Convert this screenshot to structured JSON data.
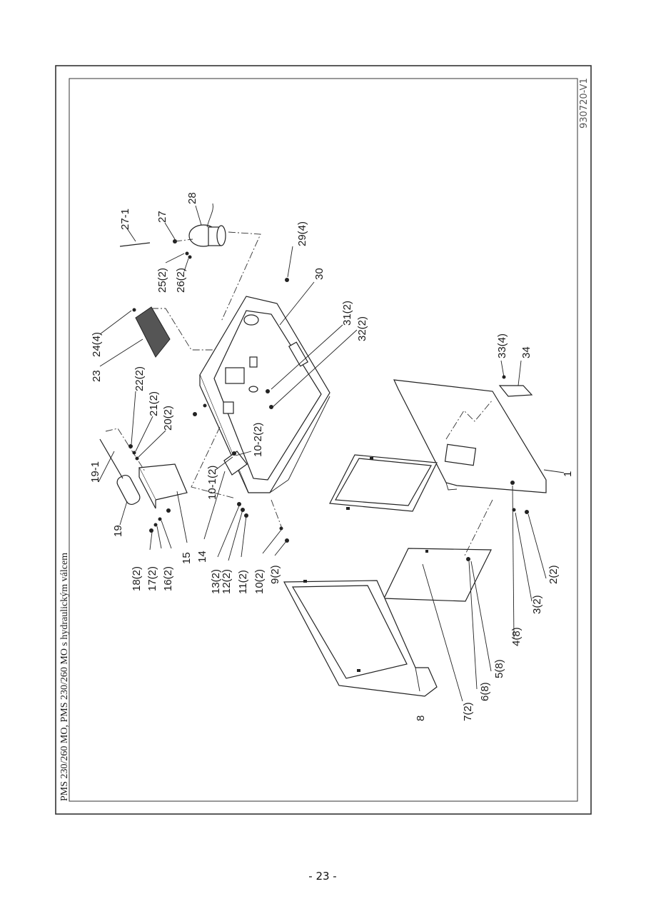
{
  "document": {
    "title": "PMS 230/260 MO, PMS 230/260 MO s hydraulickým válcem",
    "code": "930720-V1",
    "page_number": "- 23 -"
  },
  "labels": {
    "p1": "1",
    "p2": "2(2)",
    "p3": "3(2)",
    "p4": "4(8)",
    "p5": "5(8)",
    "p6": "6(8)",
    "p7": "7(2)",
    "p8": "8",
    "p9": "9(2)",
    "p10": "10(2)",
    "p10_1": "10-1(2)",
    "p10_2": "10-2(2)",
    "p11": "11(2)",
    "p12": "12(2)",
    "p13": "13(2)",
    "p14": "14",
    "p15": "15",
    "p16": "16(2)",
    "p17": "17(2)",
    "p18": "18(2)",
    "p19": "19",
    "p19_1": "19-1",
    "p20": "20(2)",
    "p21": "21(2)",
    "p22": "22(2)",
    "p23": "23",
    "p24": "24(4)",
    "p25": "25(2)",
    "p26": "26(2)",
    "p27": "27",
    "p27_1": "27-1",
    "p28": "28",
    "p29": "29(4)",
    "p30": "30",
    "p31": "31(2)",
    "p32": "32(2)",
    "p33": "33(4)",
    "p34": "34"
  }
}
